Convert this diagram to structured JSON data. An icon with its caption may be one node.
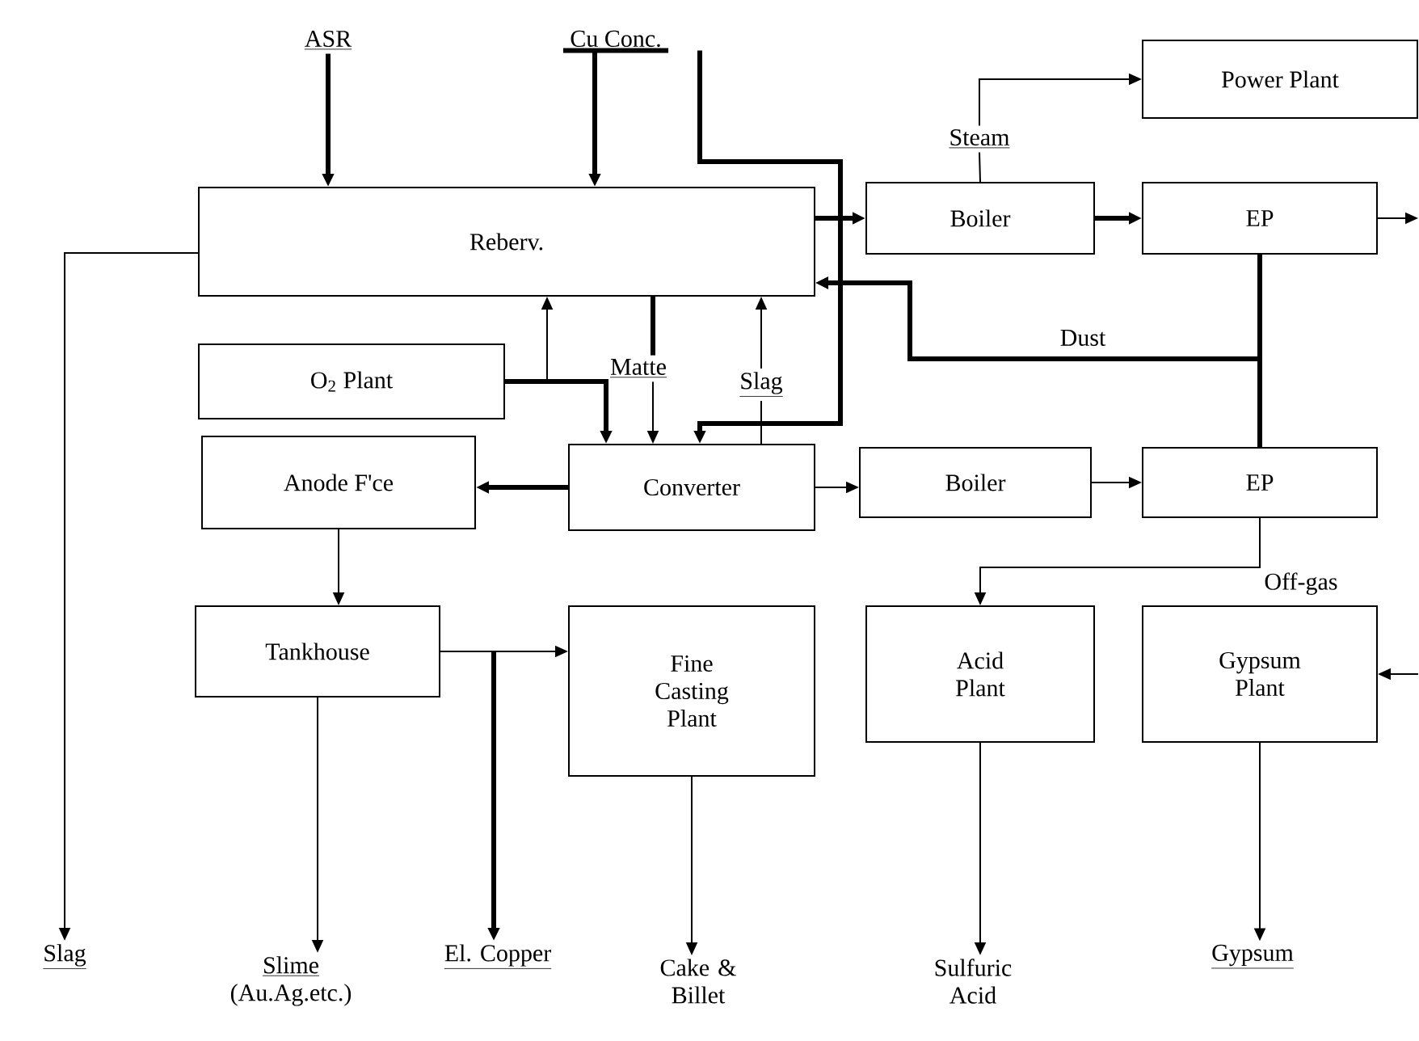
{
  "diagram": {
    "nodes": [
      {
        "text": [
          "ASR"
        ]
      },
      {
        "text": [
          "Cu Conc."
        ]
      },
      {
        "text": [
          "Reberv."
        ]
      },
      {
        "text": [
          "Power Plant"
        ]
      },
      {
        "text": [
          "Steam"
        ]
      },
      {
        "text": [
          "Boiler"
        ]
      },
      {
        "text": [
          "EP"
        ]
      },
      {
        "text": [
          "O$_{2}$ Plant"
        ]
      },
      {
        "text": [
          "Matte"
        ]
      },
      {
        "text": [
          "Slag"
        ]
      },
      {
        "text": [
          "Anode F'ce"
        ]
      },
      {
        "text": [
          "Converter"
        ]
      },
      {
        "text": [
          "Boiler"
        ]
      },
      {
        "text": [
          "EP"
        ]
      },
      {
        "text": [
          "Tankhouse"
        ]
      },
      {
        "text": [
          "Fine Casting Plant"
        ]
      },
      {
        "text": [
          "Acid Plant"
        ]
      },
      {
        "text": [
          "Gypsum Plant"
        ]
      },
      {
        "text": [
          "Slag"
        ]
      },
      {
        "text": [
          "Slime",
          "(Au.Ag.etc.)"
        ]
      },
      {
        "text": [
          "El. Copper"
        ]
      },
      {
        "text": [
          "Cake & Billet"
        ]
      },
      {
        "text": [
          "Sulfuric Acid"
        ]
      },
      {
        "text": [
          "Gypsum"
        ]
      }
    ],
    "edges": [
      {
        "from": 0,
        "to": 2,
        "arrow": "to",
        "style": "thick"
      },
      {
        "from": 1,
        "to": 2,
        "arrow": "to",
        "style": "thick"
      },
      {
        "from": 1,
        "to": 11,
        "arrow": "to",
        "style": "thick"
      },
      {
        "from": 2,
        "to": 5,
        "arrow": "to",
        "style": "thick"
      },
      {
        "from": 5,
        "to": 6,
        "arrow": "to",
        "style": "thick"
      },
      {
        "from": 6,
        "to": null,
        "arrow": "to"
      },
      {
        "from": 5,
        "to": 4,
        "arrow": "none"
      },
      {
        "from": 4,
        "to": 3,
        "arrow": "to"
      },
      {
        "from": 6,
        "to": 2,
        "arrow": "to",
        "style": "thick",
        "label": "Dust"
      },
      {
        "from": 13,
        "to": 2,
        "arrow": "to",
        "style": "thick"
      },
      {
        "from": 7,
        "to": 11,
        "arrow": "to",
        "style": "thick"
      },
      {
        "from": 7,
        "to": 2,
        "arrow": "to"
      },
      {
        "from": 2,
        "to": 8,
        "arrow": "none",
        "style": "thick"
      },
      {
        "from": 8,
        "to": 11,
        "arrow": "to"
      },
      {
        "from": 11,
        "to": 9,
        "arrow": "none"
      },
      {
        "from": 9,
        "to": 2,
        "arrow": "to"
      },
      {
        "from": 11,
        "to": 10,
        "arrow": "to",
        "style": "thick"
      },
      {
        "from": 11,
        "to": 12,
        "arrow": "to"
      },
      {
        "from": 12,
        "to": 13,
        "arrow": "to"
      },
      {
        "from": 13,
        "to": 16,
        "arrow": "to",
        "label": "Off-gas"
      },
      {
        "from": null,
        "to": 17,
        "arrow": "to"
      },
      {
        "from": 2,
        "to": 18,
        "arrow": "to"
      },
      {
        "from": 10,
        "to": 14,
        "arrow": "to"
      },
      {
        "from": 14,
        "to": 19,
        "arrow": "to"
      },
      {
        "from": 14,
        "to": 15,
        "arrow": "to"
      },
      {
        "from": 14,
        "to": 20,
        "arrow": "to",
        "style": "thick"
      },
      {
        "from": 15,
        "to": 21,
        "arrow": "to"
      },
      {
        "from": 16,
        "to": 22,
        "arrow": "to"
      },
      {
        "from": 17,
        "to": 23,
        "arrow": "to"
      }
    ]
  }
}
